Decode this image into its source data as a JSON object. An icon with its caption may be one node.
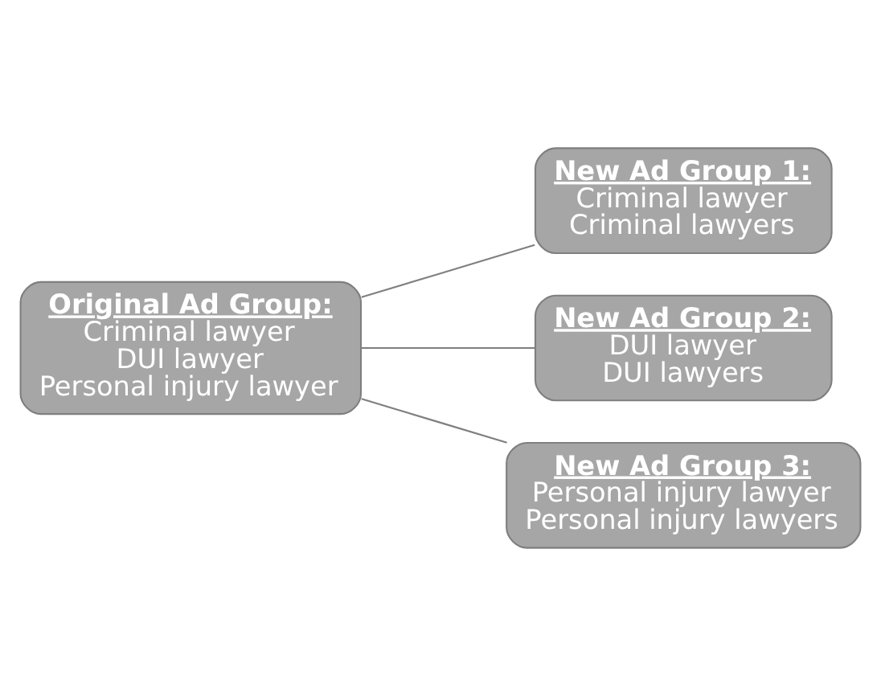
{
  "diagram": {
    "nodes": [
      {
        "text": [
          "Original Ad Group:",
          "Criminal lawyer DUI lawyer Personal injury lawyer"
        ]
      },
      {
        "text": [
          "New Ad Group 1:",
          "Criminal lawyer Criminal lawyers"
        ]
      },
      {
        "text": [
          "New Ad Group 2:",
          "DUI lawyer DUI lawyers"
        ]
      },
      {
        "text": [
          "New Ad Group 3:",
          "Personal injury lawyer Personal injury lawyers"
        ]
      }
    ],
    "edges": [
      {
        "from": 0,
        "to": 1,
        "arrow": "none"
      },
      {
        "from": 0,
        "to": 2,
        "arrow": "none"
      },
      {
        "from": 0,
        "to": 3,
        "arrow": "none"
      }
    ]
  }
}
